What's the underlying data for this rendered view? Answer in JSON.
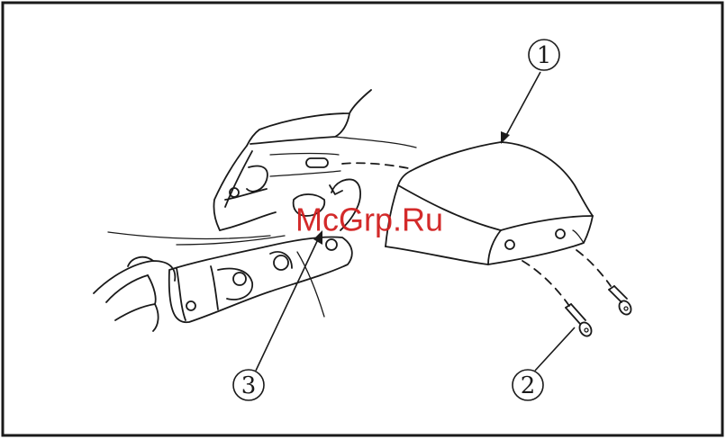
{
  "callouts": {
    "c1": "1",
    "c2": "2",
    "c3": "3"
  },
  "watermark": {
    "text": "McGrp.Ru",
    "color": "#d11f1f"
  }
}
